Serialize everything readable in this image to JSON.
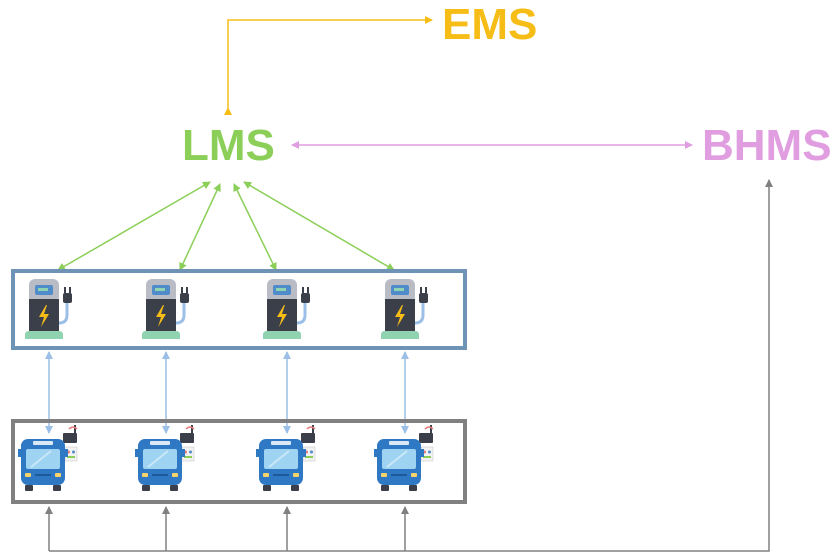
{
  "nodes": {
    "ems": {
      "label": "EMS",
      "color": "#f6bd16"
    },
    "lms": {
      "label": "LMS",
      "color": "#8bcf58"
    },
    "bhms": {
      "label": "BHMS",
      "color": "#e09de0"
    }
  },
  "chargers": [
    {
      "icon": "ev-charger-icon"
    },
    {
      "icon": "ev-charger-icon"
    },
    {
      "icon": "ev-charger-icon"
    },
    {
      "icon": "ev-charger-icon"
    }
  ],
  "buses": [
    {
      "icon": "electric-bus-icon"
    },
    {
      "icon": "electric-bus-icon"
    },
    {
      "icon": "electric-bus-icon"
    },
    {
      "icon": "electric-bus-icon"
    }
  ],
  "connections": [
    {
      "from": "lms",
      "to": "ems",
      "color": "#f6bd16",
      "style": "arrow"
    },
    {
      "from": "lms",
      "to": "bhms",
      "color": "#e09de0",
      "style": "double-arrow"
    },
    {
      "from": "lms",
      "to": "chargers",
      "color": "#8bcf58",
      "style": "double-arrow"
    },
    {
      "from": "chargers",
      "to": "buses",
      "color": "#9bbfe6",
      "style": "double-arrow"
    },
    {
      "from": "buses",
      "to": "bhms",
      "color": "#808080",
      "style": "arrow"
    }
  ]
}
